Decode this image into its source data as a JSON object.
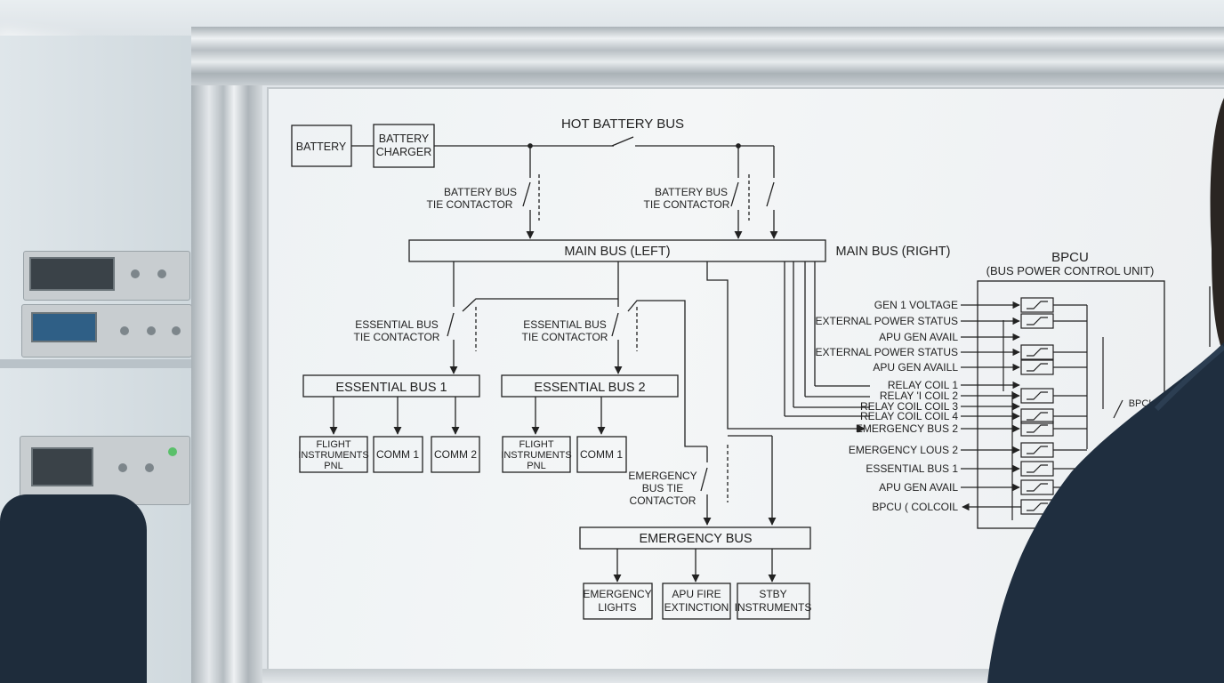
{
  "diagram": {
    "title_hot_battery_bus": "HOT BATTERY BUS",
    "battery": "BATTERY",
    "battery_charger": [
      "BATTERY",
      "CHARGER"
    ],
    "battery_bus_tie_left": [
      "BATTERY BUS",
      "TIE CONTACTOR"
    ],
    "battery_bus_tie_right": [
      "BATTERY BUS",
      "TIE CONTACTOR"
    ],
    "main_bus_left": "MAIN BUS (LEFT)",
    "main_bus_right": "MAIN BUS (RIGHT)",
    "essential_bus_tie_left": [
      "ESSENTIAL BUS",
      "TIE CONTACTOR"
    ],
    "essential_bus_tie_right": [
      "ESSENTIAL BUS",
      "TIE CONTACTOR"
    ],
    "essential_bus_1": "ESSENTIAL BUS 1",
    "essential_bus_2": "ESSENTIAL BUS 2",
    "flight_instruments_1": [
      "FLIGHT",
      "INSTRUMENTS",
      "PNL"
    ],
    "comm1_a": "COMM 1",
    "comm2": "COMM 2",
    "flight_instruments_2": [
      "FLIGHT",
      "INSTRUMENTS",
      "PNL"
    ],
    "comm1_b": "COMM 1",
    "emergency_bus_tie": [
      "EMERGENCY",
      "BUS TIE",
      "CONTACTOR"
    ],
    "emergency_bus": "EMERGENCY BUS",
    "emergency_lights": [
      "EMERGENCY",
      "LIGHTS"
    ],
    "apu_fire": [
      "APU FIRE",
      "EXTINCTION"
    ],
    "stby_instruments": [
      "STBY",
      "INSTRUMENTS"
    ],
    "bpcu_title": "BPCU",
    "bpcu_subtitle": "(BUS POWER CONTROL UNIT)",
    "bpcu_inputs": [
      "GEN 1 VOLTAGE",
      "EXTERNAL POWER STATUS",
      "APU GEN AVAIL",
      "EXTERNAL POWER STATUS",
      "APU GEN AVAILL",
      "RELAY COIL 1",
      "RELAY 'I COIL 2",
      "RELAY COIL COIL 3",
      "RELAY COIL COIL 4",
      "EMERGENCY BUS 2",
      "EMERGENCY LOUS 2",
      "ESSENTIAL BUS 1",
      "APU GEN AVAIL",
      "BPCU ( COLCOIL"
    ],
    "bpcu_switch_label": "BPCU"
  }
}
